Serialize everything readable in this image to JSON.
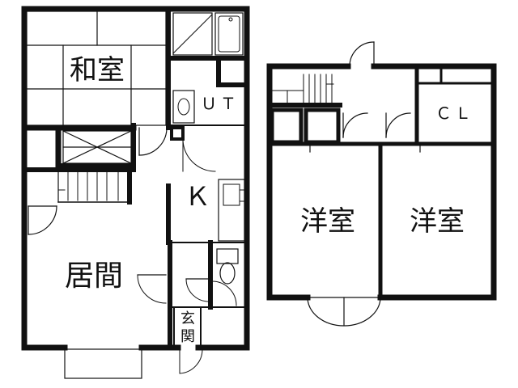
{
  "floorplan": {
    "ground_floor": {
      "washitsu": "和室",
      "ut": "ＵＴ",
      "kitchen": "Ｋ",
      "living": "居間",
      "genkan_top": "玄",
      "genkan_bottom": "関"
    },
    "upper_floor": {
      "cl": "ＣＬ",
      "yoshitsu_left": "洋室",
      "yoshitsu_right": "洋室"
    },
    "colors": {
      "wall": "#111111",
      "line": "#222222",
      "background": "#ffffff"
    }
  }
}
